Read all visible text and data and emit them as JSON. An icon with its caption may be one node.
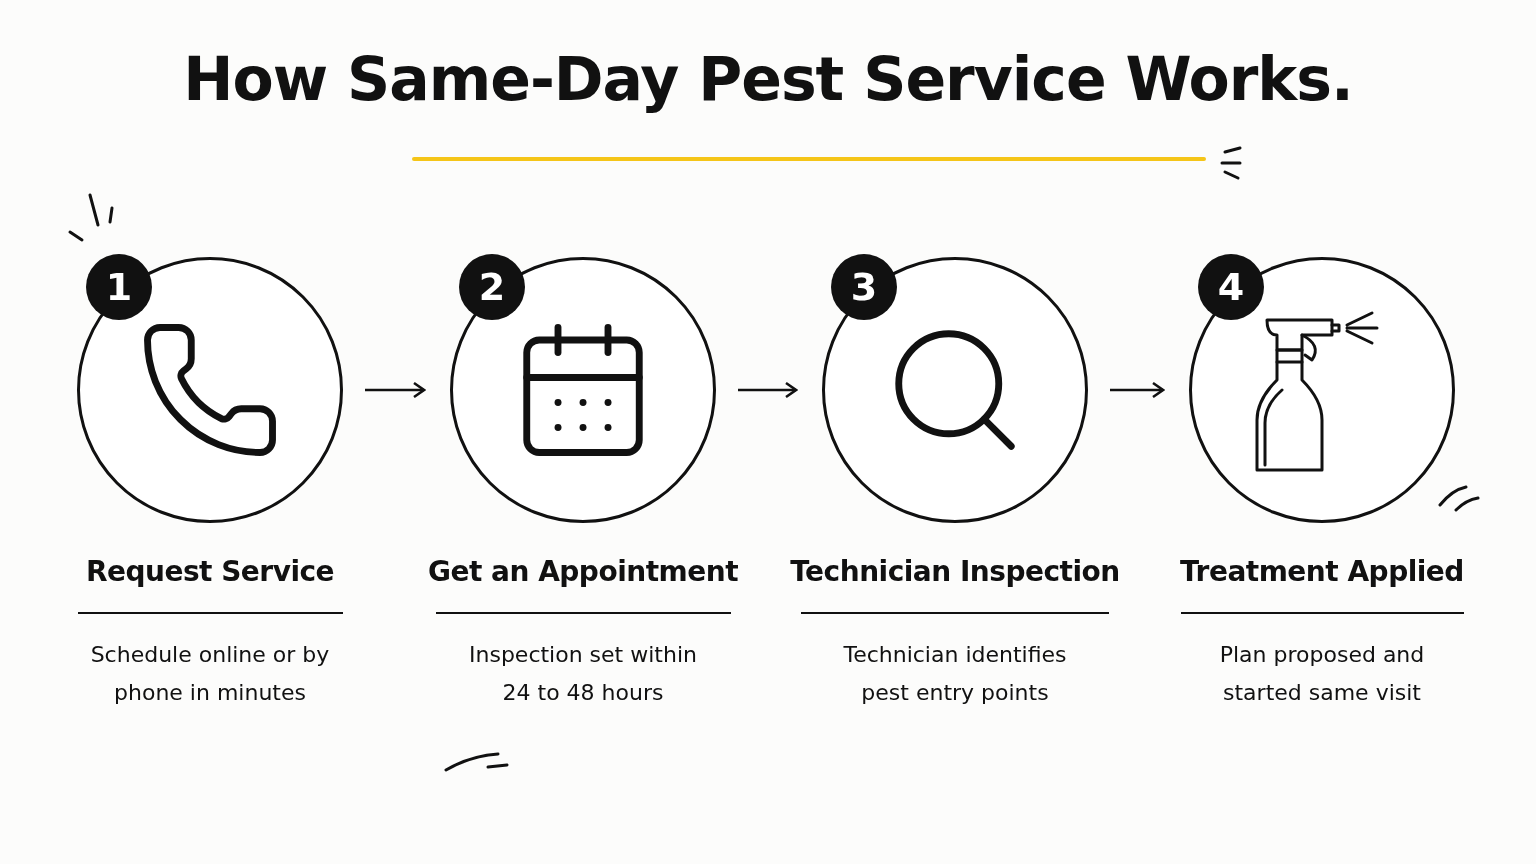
{
  "diagram": {
    "title": "How Same-Day Pest Service Works.",
    "nodes": [
      {
        "text": [
          "1"
        ],
        "beside": [
          "Request Service",
          "Schedule online or by phone in minutes"
        ]
      },
      {
        "text": [
          "2"
        ],
        "beside": [
          "Get an Appointment",
          "Inspection set within 24 to 48 hours"
        ]
      },
      {
        "text": [
          "3"
        ],
        "beside": [
          "Technician Inspection",
          "Technician identifies pest entry points"
        ]
      },
      {
        "text": [
          "4"
        ],
        "beside": [
          "Treatment Applied",
          "Plan proposed and started same visit"
        ]
      }
    ],
    "edges": [
      {
        "from": 0,
        "to": 1,
        "arrow": "to"
      },
      {
        "from": 1,
        "to": 2,
        "arrow": "to"
      },
      {
        "from": 2,
        "to": 3,
        "arrow": "to"
      }
    ]
  }
}
